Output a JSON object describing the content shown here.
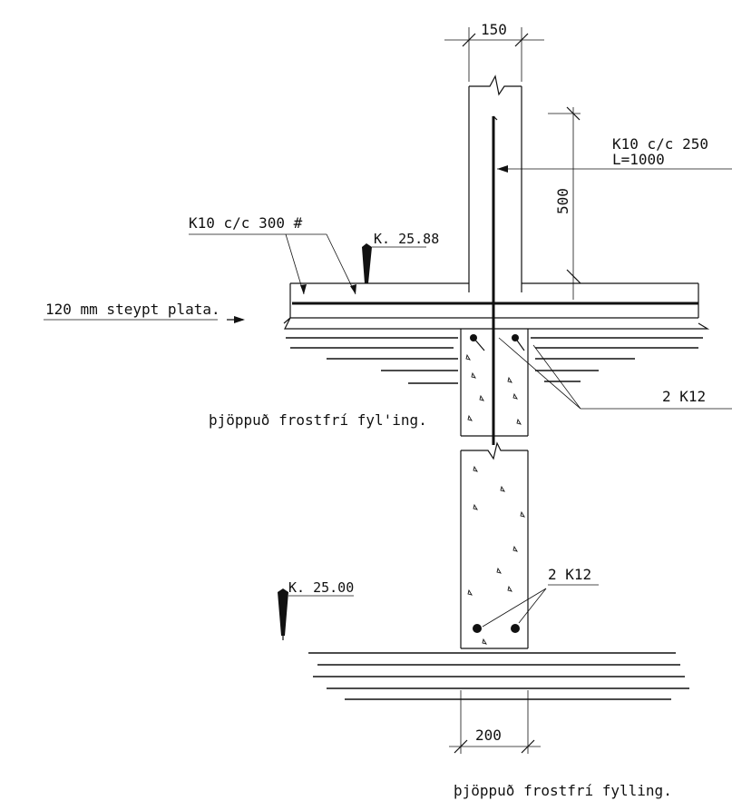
{
  "labels": {
    "width_top": "150",
    "wall_bar": "K10 c/c 250",
    "wall_bar_length": "L=1000",
    "embed_length": "500",
    "slab_bar": "K10 c/c 300 #",
    "slab_level": "K. 25.88",
    "slab_description": "120 mm steypt plata.",
    "strip_bars": "2 K12",
    "fill_upper": "þjöppuð frostfrí fyl'ing.",
    "foot_bars": "2 K12",
    "footing_level": "K. 25.00",
    "width_bottom": "200",
    "fill_lower": "þjöppuð frostfrí fylling."
  },
  "colors": {
    "line": "#111111",
    "background": "#ffffff"
  }
}
